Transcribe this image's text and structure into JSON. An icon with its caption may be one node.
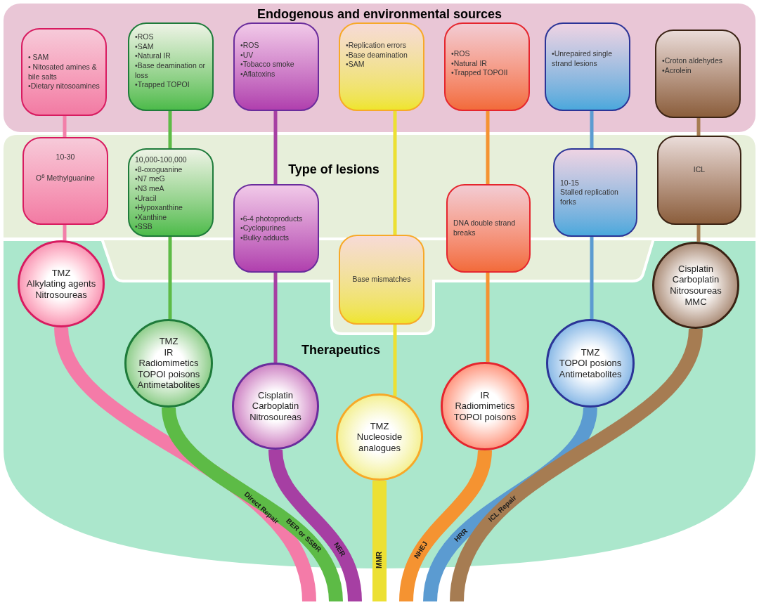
{
  "diagram": {
    "nodes": [
      {
        "text": [
          "Endogenous and environmental sources"
        ]
      },
      {
        "text": [
          "• SAM",
          "• Nitosated amines & bile salts",
          "•Dietary nitosoamines"
        ],
        "in": 0
      },
      {
        "text": [
          "•ROS",
          "•SAM",
          "•Natural IR",
          "•Base deamination or loss",
          "•Trapped TOPOI"
        ],
        "in": 0
      },
      {
        "text": [
          "•ROS",
          "•UV",
          "•Tobacco smoke",
          "•Aflatoxins"
        ],
        "in": 0
      },
      {
        "text": [
          "•Replication errors",
          "•Base deamination",
          "•SAM"
        ],
        "in": 0
      },
      {
        "text": [
          "•ROS",
          "•Natural IR",
          "•Trapped TOPOII"
        ],
        "in": 0
      },
      {
        "text": [
          "•Unrepaired single strand lesions"
        ],
        "in": 0
      },
      {
        "text": [
          "•Croton aldehydes",
          "•Acrolein"
        ],
        "in": 0
      },
      {
        "text": [
          "Type of lesions"
        ]
      },
      {
        "text": [
          "10-30",
          "O$^{6}$ Methylguanine"
        ],
        "in": 8
      },
      {
        "text": [
          "10,000-100,000",
          "•8-oxoguanine",
          "•N7 meG",
          "•N3 meA",
          "•Uracil",
          "•Hypoxanthine",
          "•Xanthine",
          "•SSB"
        ],
        "in": 8
      },
      {
        "text": [
          "•6-4 photoproducts",
          "•Cyclopurines",
          "•Bulky adducts"
        ]
      },
      {
        "text": [
          "Base mismatches"
        ]
      },
      {
        "text": [
          "DNA double strand breaks"
        ]
      },
      {
        "text": [
          "10-15",
          "Stalled replication forks"
        ],
        "in": 8
      },
      {
        "text": [
          "ICL"
        ],
        "in": 8
      },
      {
        "text": [
          "Therapeutics"
        ]
      },
      {
        "text": [
          "TMZ",
          "Alkylating agents",
          "Nitrosoureas"
        ],
        "in": 16
      },
      {
        "text": [
          "TMZ",
          "IR",
          "Radiomimetics",
          "TOPOI poisons",
          "Antimetabolites"
        ],
        "in": 16
      },
      {
        "text": [
          "Cisplatin",
          "Carboplatin",
          "Nitrosoureas"
        ],
        "in": 16
      },
      {
        "text": [
          "TMZ",
          "Nucleoside analogues"
        ],
        "in": 16
      },
      {
        "text": [
          "IR",
          "Radiomimetics",
          "TOPOI poisons"
        ],
        "in": 16
      },
      {
        "text": [
          "TMZ",
          "TOPOI posions",
          "Antimetabolites"
        ],
        "in": 16
      },
      {
        "text": [
          "Cisplatin",
          "Carboplatin",
          "Nitrosoureas",
          "MMC"
        ],
        "in": 16
      }
    ],
    "edges": [
      {
        "from": 1,
        "to": 9,
        "arrow": "none",
        "color": "#f27fa9"
      },
      {
        "from": 9,
        "to": 17,
        "arrow": "none",
        "color": "#f27fa9"
      },
      {
        "from": 17,
        "to": null,
        "arrow": "none",
        "style": "thick",
        "color": "#f47ba8",
        "label": "Direct Repair"
      },
      {
        "from": 2,
        "to": 10,
        "arrow": "none",
        "color": "#5dbb46"
      },
      {
        "from": 10,
        "to": 18,
        "arrow": "none",
        "color": "#5dbb46"
      },
      {
        "from": 18,
        "to": null,
        "arrow": "none",
        "style": "thick",
        "color": "#5dbb46",
        "label": "BER or SSBR"
      },
      {
        "from": 3,
        "to": 11,
        "arrow": "none",
        "color": "#a63fa3"
      },
      {
        "from": 11,
        "to": 19,
        "arrow": "none",
        "color": "#a63fa3"
      },
      {
        "from": 19,
        "to": null,
        "arrow": "none",
        "style": "thick",
        "color": "#a63fa3",
        "label": "NER"
      },
      {
        "from": 4,
        "to": 12,
        "arrow": "none",
        "color": "#ece033"
      },
      {
        "from": 12,
        "to": 20,
        "arrow": "none",
        "color": "#ece033"
      },
      {
        "from": 20,
        "to": null,
        "arrow": "none",
        "style": "thick",
        "color": "#ece033",
        "label": "MMR"
      },
      {
        "from": 5,
        "to": 13,
        "arrow": "none",
        "color": "#f59331"
      },
      {
        "from": 13,
        "to": 21,
        "arrow": "none",
        "color": "#f59331"
      },
      {
        "from": 21,
        "to": null,
        "arrow": "none",
        "style": "thick",
        "color": "#f59331",
        "label": "NHEJ"
      },
      {
        "from": 6,
        "to": 14,
        "arrow": "none",
        "color": "#5b9bd1"
      },
      {
        "from": 14,
        "to": 22,
        "arrow": "none",
        "color": "#5b9bd1"
      },
      {
        "from": 22,
        "to": null,
        "arrow": "none",
        "style": "thick",
        "color": "#5b9bd1",
        "label": "HRR"
      },
      {
        "from": 7,
        "to": 15,
        "arrow": "none",
        "color": "#a67c52"
      },
      {
        "from": 15,
        "to": 23,
        "arrow": "none",
        "color": "#a67c52"
      },
      {
        "from": 23,
        "to": null,
        "arrow": "none",
        "style": "thick",
        "color": "#a67c52",
        "label": "ICL Repair"
      }
    ]
  }
}
